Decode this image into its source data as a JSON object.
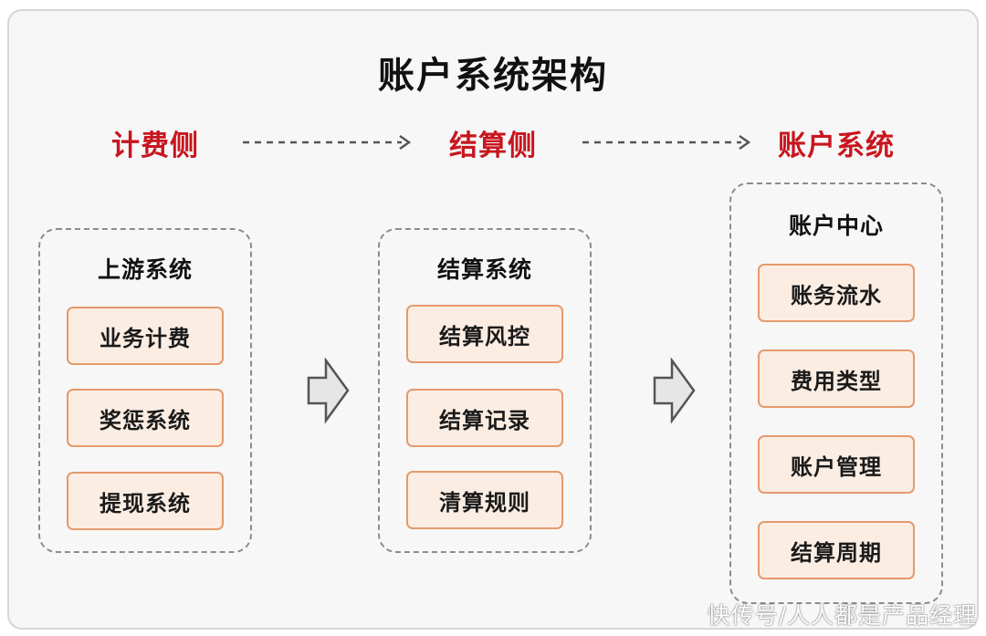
{
  "title": "账户系统架构",
  "stages": [
    "计费侧",
    "结算侧",
    "账户系统"
  ],
  "groups": [
    {
      "title": "上游系统",
      "items": [
        "业务计费",
        "奖惩系统",
        "提现系统"
      ]
    },
    {
      "title": "结算系统",
      "items": [
        "结算风控",
        "结算记录",
        "清算规则"
      ]
    },
    {
      "title": "账户中心",
      "items": [
        "账务流水",
        "费用类型",
        "账户管理",
        "结算周期"
      ]
    }
  ],
  "watermark": "快传号/人人都是产品经理",
  "colors": {
    "stage_text": "#c8161e",
    "item_fill": "#fcede3",
    "item_border": "#e49a6c",
    "group_border": "#8c8c8c",
    "background": "#f7f7f7"
  },
  "icons": {
    "dashed_arrow": "dashed-arrow-right-icon",
    "block_arrow": "block-arrow-right-icon"
  }
}
